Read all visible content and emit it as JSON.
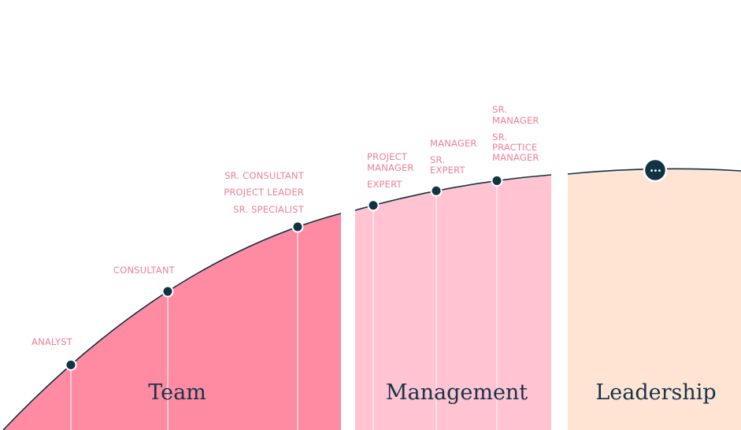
{
  "diagram": {
    "colors": {
      "team": "#ff8ba3",
      "management": "#ffc3d1",
      "leadership": "#ffe4d4",
      "curve": "#0f3444",
      "label": "#ef7f98",
      "title": "#143447",
      "divider": "#ffffff"
    },
    "sections": [
      {
        "key": "team",
        "title": "Team"
      },
      {
        "key": "management",
        "title": "Management"
      },
      {
        "key": "leadership",
        "title": "Leadership"
      }
    ],
    "milestones": [
      {
        "section": "team",
        "lines": [
          "ANALYST"
        ]
      },
      {
        "section": "team",
        "lines": [
          "CONSULTANT"
        ]
      },
      {
        "section": "team",
        "lines": [
          "SR. CONSULTANT",
          "PROJECT LEADER",
          "SR. SPECIALIST"
        ]
      },
      {
        "section": "management",
        "lines": [
          "PROJECT",
          "MANAGER",
          "EXPERT"
        ]
      },
      {
        "section": "management",
        "lines": [
          "MANAGER",
          "SR.",
          "EXPERT"
        ]
      },
      {
        "section": "management",
        "lines": [
          "SR.",
          "MANAGER",
          "SR.",
          "PRACTICE",
          "MANAGER"
        ]
      }
    ],
    "more_marker": {
      "icon": "ellipsis-icon",
      "glyph": "•••"
    }
  }
}
